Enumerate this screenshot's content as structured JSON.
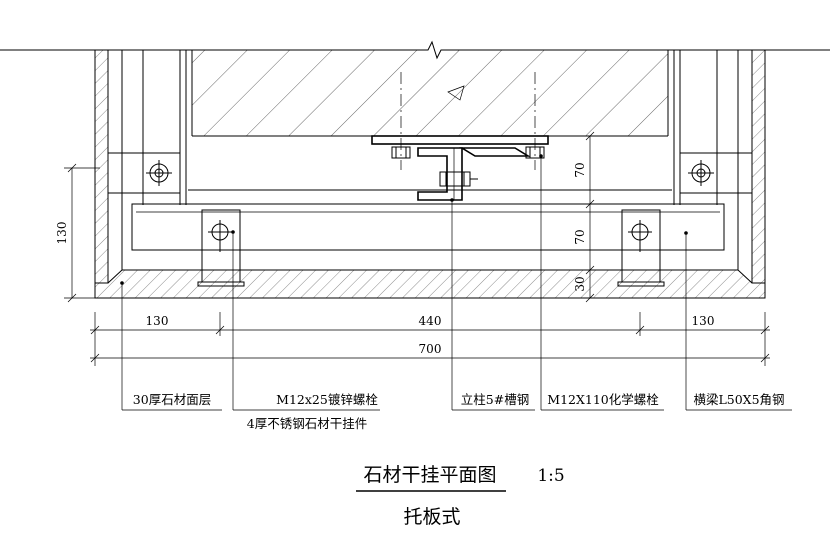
{
  "dimensions": {
    "left_height": "130",
    "right_70_top": "70",
    "right_70_mid": "70",
    "right_30": "30",
    "bottom_130_left": "130",
    "bottom_440": "440",
    "bottom_130_right": "130",
    "bottom_700": "700"
  },
  "labels": {
    "stone_layer": "30厚石材面层",
    "bolt_m12x25": "M12x25镀锌螺栓",
    "stainless_hanger": "4厚不锈钢石材干挂件",
    "column_channel": "立柱5#槽钢",
    "chem_bolt": "M12X110化学螺栓",
    "beam_angle": "横梁L50X5角钢"
  },
  "title": {
    "main": "石材干挂平面图",
    "scale": "1:5",
    "sub": "托板式"
  }
}
